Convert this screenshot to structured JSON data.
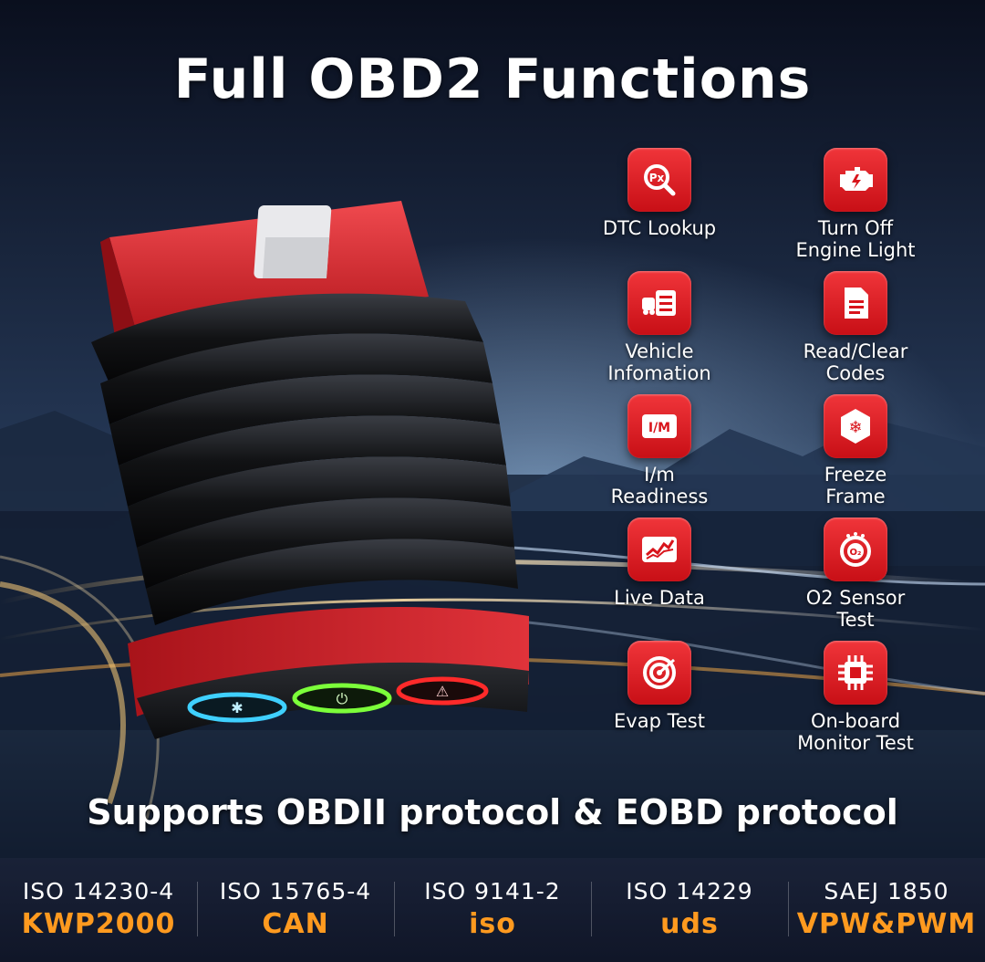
{
  "title": "Full OBD2 Functions",
  "subtitle": "Supports OBDII protocol & EOBD protocol",
  "features": [
    {
      "label": "DTC Lookup",
      "icon": "magnifier-px-icon"
    },
    {
      "label": "Turn Off\nEngine Light",
      "icon": "engine-icon"
    },
    {
      "label": "Vehicle\nInfomation",
      "icon": "car-info-icon"
    },
    {
      "label": "Read/Clear\nCodes",
      "icon": "document-icon"
    },
    {
      "label": "I/m\nReadiness",
      "icon": "im-icon"
    },
    {
      "label": "Freeze\nFrame",
      "icon": "snowflake-icon"
    },
    {
      "label": "Live Data",
      "icon": "graph-icon"
    },
    {
      "label": "O2 Sensor\nTest",
      "icon": "o2-sensor-icon"
    },
    {
      "label": "Evap Test",
      "icon": "target-icon"
    },
    {
      "label": "On-board\nMonitor Test",
      "icon": "chip-icon"
    }
  ],
  "protocols": [
    {
      "standard": "ISO 14230-4",
      "name": "KWP2000"
    },
    {
      "standard": "ISO 15765-4",
      "name": "CAN"
    },
    {
      "standard": "ISO 9141-2",
      "name": "iso"
    },
    {
      "standard": "ISO 14229",
      "name": "uds"
    },
    {
      "standard": "SAEJ 1850",
      "name": "VPW&PWM"
    }
  ],
  "colors": {
    "accent_red": "#e0242b",
    "protocol_orange": "#ff9a1f",
    "button_blue": "#3fd0ff",
    "button_green": "#7cff3a",
    "button_red": "#ff2a2a"
  }
}
